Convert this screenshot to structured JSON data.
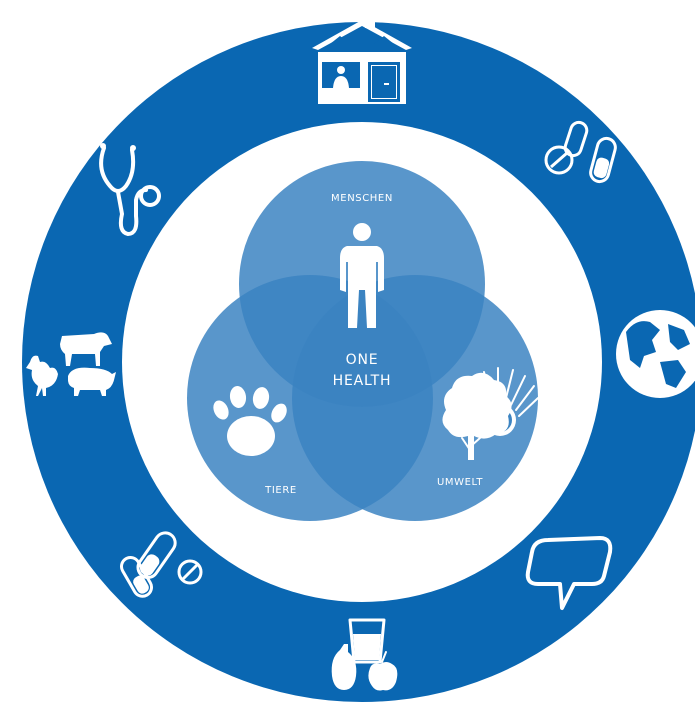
{
  "colors": {
    "ring": "#0a67b2",
    "circle": "#3c84c2",
    "background": "#ffffff",
    "icon": "#ffffff"
  },
  "venn": {
    "top_label": "MENSCHEN",
    "left_label": "TIERE",
    "right_label": "UMWELT",
    "center_line1": "ONE",
    "center_line2": "HEALTH"
  },
  "ring_icons": [
    "house-icon",
    "pills-icon",
    "globe-icon",
    "speech-bubble-icon",
    "food-icon",
    "medicine-icon",
    "livestock-icon",
    "stethoscope-icon"
  ],
  "venn_icons": [
    "person-icon",
    "paw-icon",
    "tree-sun-icon"
  ]
}
